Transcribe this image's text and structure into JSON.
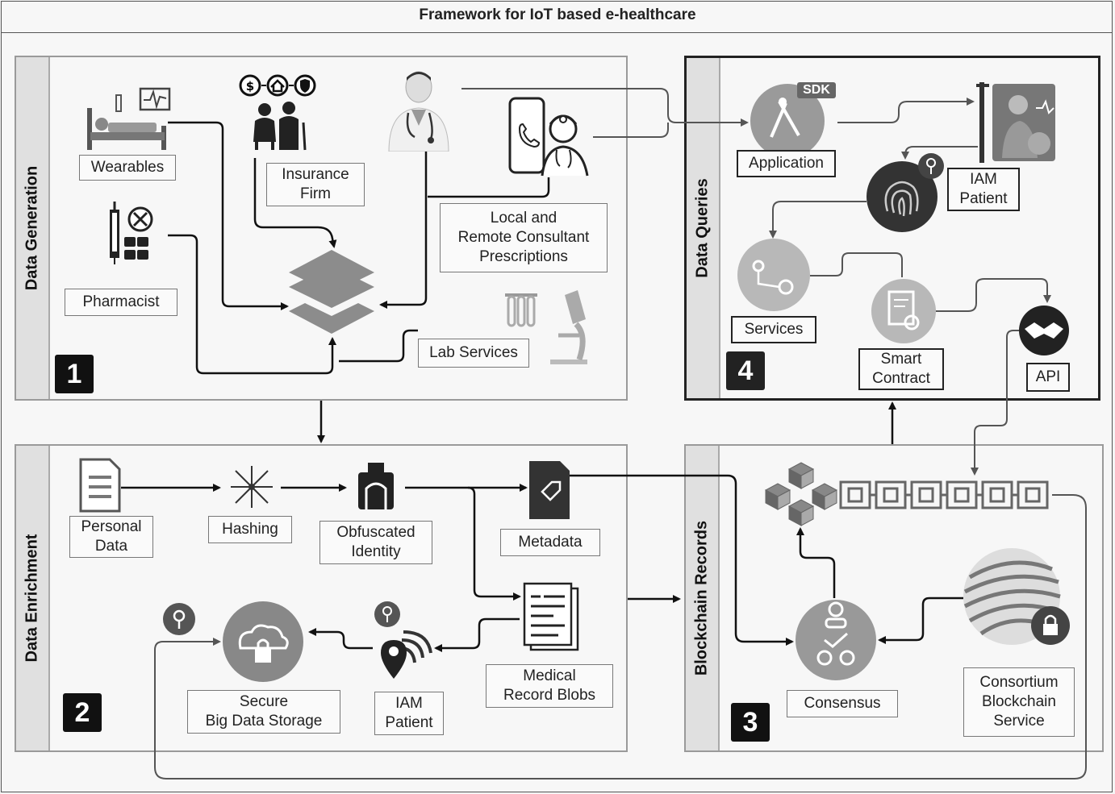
{
  "title": "Framework for  IoT based e-healthcare",
  "sections": {
    "generation": {
      "label": "Data Generation",
      "number": "1"
    },
    "enrichment": {
      "label": "Data Enrichment",
      "number": "2"
    },
    "blockchain": {
      "label": "Blockchain Records",
      "number": "3"
    },
    "queries": {
      "label": "Data Queries",
      "number": "4"
    }
  },
  "generation": {
    "wearables": "Wearables",
    "insurance": "Insurance\nFirm",
    "pharmacist": "Pharmacist",
    "consultant": "Local and\nRemote Consultant\nPrescriptions",
    "lab": "Lab Services"
  },
  "enrichment": {
    "personal": "Personal\nData",
    "hashing": "Hashing",
    "obfuscated": "Obfuscated\nIdentity",
    "metadata": "Metadata",
    "medical": "Medical\nRecord Blobs",
    "storage": "Secure\nBig Data Storage",
    "iam": "IAM\nPatient"
  },
  "blockchain": {
    "consensus": "Consensus",
    "consortium": "Consortium\nBlockchain\nService"
  },
  "queries": {
    "application": "Application",
    "sdk": "SDK",
    "iam": "IAM\nPatient",
    "services": "Services",
    "smart": "Smart\nContract",
    "api": "API"
  }
}
